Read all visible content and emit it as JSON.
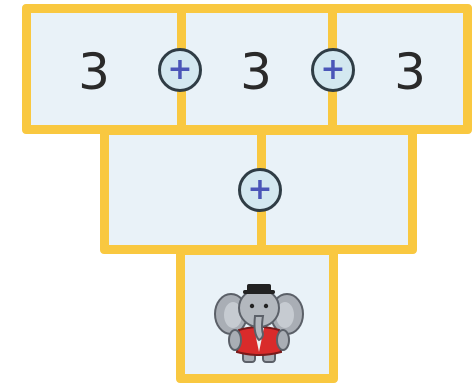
{
  "row1": {
    "values": [
      "3",
      "3",
      "3"
    ]
  },
  "row2": {
    "values": [
      "",
      ""
    ]
  },
  "operators": [
    "+",
    "+",
    "+"
  ],
  "icons": {
    "mascot": "elephant-icon"
  },
  "colors": {
    "border": "#f9c840",
    "cell": "#e9f2f8",
    "operator_bg": "#d3e8f0",
    "operator_symbol": "#4a56b8"
  }
}
